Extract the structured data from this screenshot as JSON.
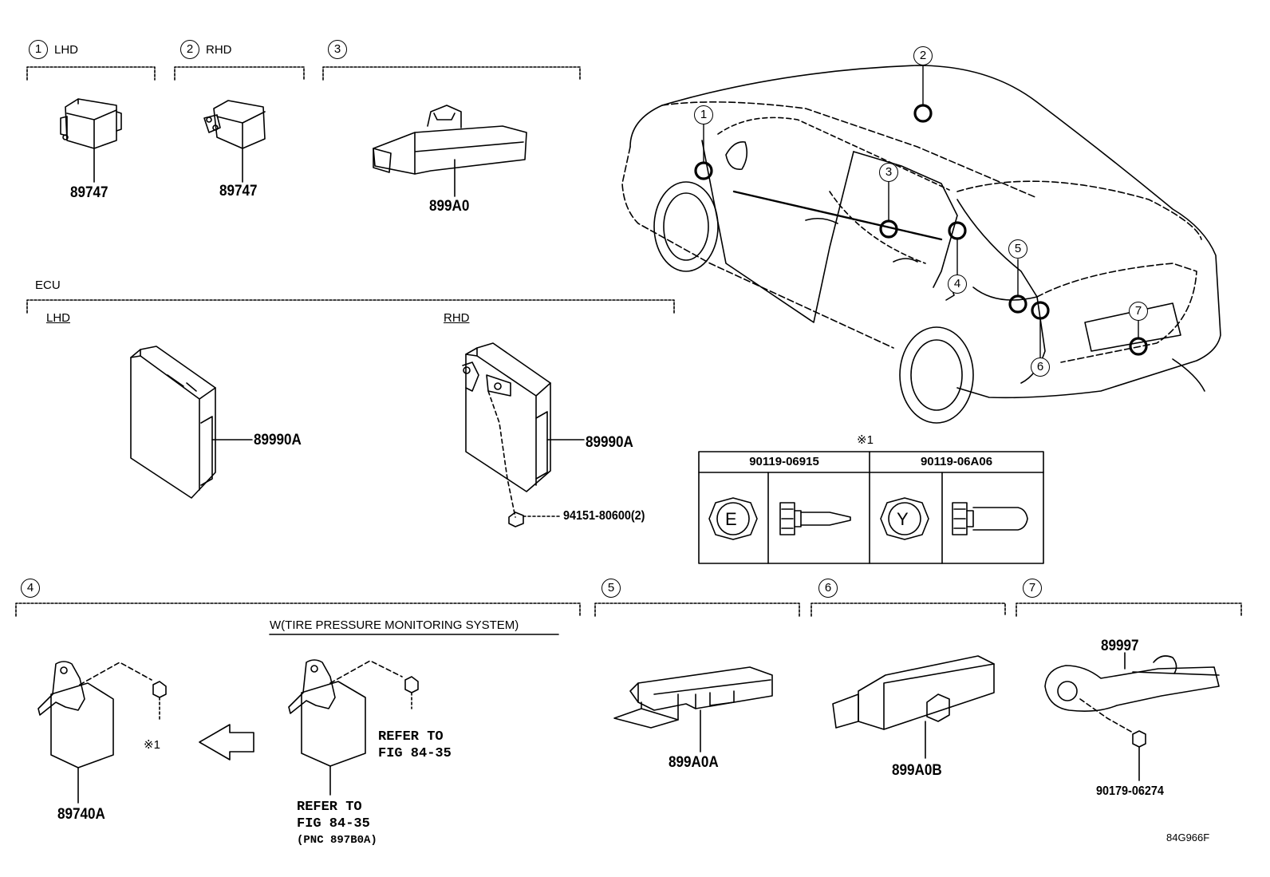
{
  "callouts": {
    "c1": "1",
    "c2": "2",
    "c3": "3",
    "c4": "4",
    "c5": "5",
    "c6": "6",
    "c7": "7"
  },
  "sections": {
    "s1_label": "LHD",
    "s2_label": "RHD",
    "ecu": "ECU",
    "ecu_lhd": "LHD",
    "ecu_rhd": "RHD",
    "tpms_note": "W(TIRE PRESSURE MONITORING SYSTEM)"
  },
  "parts": {
    "p1": "89747",
    "p2": "89747",
    "p3": "899A0",
    "ecu_lhd": "89990A",
    "ecu_rhd": "89990A",
    "nut": "94151-80600(2)",
    "p4": "89740A",
    "p5": "899A0A",
    "p6": "899A0B",
    "p7_top": "89997",
    "p7_bolt": "90179-06274"
  },
  "refs": {
    "star": "※1",
    "refer_a_line1": "REFER TO",
    "refer_a_line2": "FIG 84-35",
    "refer_b_line1": "REFER TO",
    "refer_b_line2": "FIG 84-35",
    "refer_b_line3": "(PNC 897B0A)"
  },
  "fastener_table": {
    "title": "※1",
    "col1": "90119-06915",
    "col2": "90119-06A06",
    "mark1": "E",
    "mark2": "Y"
  },
  "figure_id": "84G966F"
}
